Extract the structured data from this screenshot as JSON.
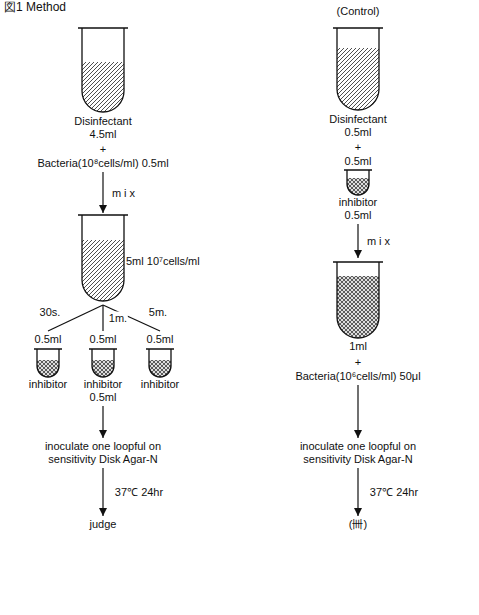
{
  "diagram": {
    "title": "図1 Method",
    "nodes": [
      {
        "text": [
          "Disinfectant 4.5ml"
        ]
      },
      {
        "text": [
          "Bacteria(10⁸cells/ml) 0.5ml"
        ]
      },
      {
        "text": [
          "5ml 10⁷cells/ml"
        ]
      },
      {
        "text": [
          "0.5ml",
          "inhibitor"
        ]
      },
      {
        "text": [
          "0.5ml",
          "inhibitor 0.5ml"
        ]
      },
      {
        "text": [
          "0.5ml",
          "inhibitor"
        ]
      },
      {
        "text": [
          "inoculate one loopful on sensitivity Disk Agar-N"
        ]
      },
      {
        "text": [
          "judge"
        ]
      },
      {
        "text": [
          "Disinfectant 0.5ml"
        ]
      },
      {
        "text": [
          "0.5ml",
          "inhibitor 0.5ml"
        ]
      },
      {
        "text": [
          "1ml"
        ]
      },
      {
        "text": [
          "Bacteria(10⁶cells/ml) 50μl"
        ]
      },
      {
        "text": [
          "inoculate one loopful on sensitivity Disk Agar-N"
        ]
      },
      {
        "text": [
          "(卌)"
        ]
      }
    ],
    "edges": [
      {
        "from": 1,
        "to": 2,
        "label": "mix",
        "arrow": "to"
      },
      {
        "from": 2,
        "to": 3,
        "label": "30s.",
        "arrow": "none"
      },
      {
        "from": 2,
        "to": 4,
        "label": "1m.",
        "arrow": "none"
      },
      {
        "from": 2,
        "to": 5,
        "label": "5m.",
        "arrow": "none"
      },
      {
        "from": 4,
        "to": 6,
        "arrow": "to"
      },
      {
        "from": 6,
        "to": 7,
        "label": "37℃ 24hr",
        "arrow": "to"
      },
      {
        "from": 9,
        "to": 10,
        "label": "mix",
        "arrow": "to"
      },
      {
        "from": 11,
        "to": 12,
        "arrow": "to"
      },
      {
        "from": 12,
        "to": 13,
        "label": "37℃ 24hr",
        "arrow": "to"
      }
    ],
    "labels": [
      "(Control)",
      "+",
      "+",
      "+"
    ]
  }
}
